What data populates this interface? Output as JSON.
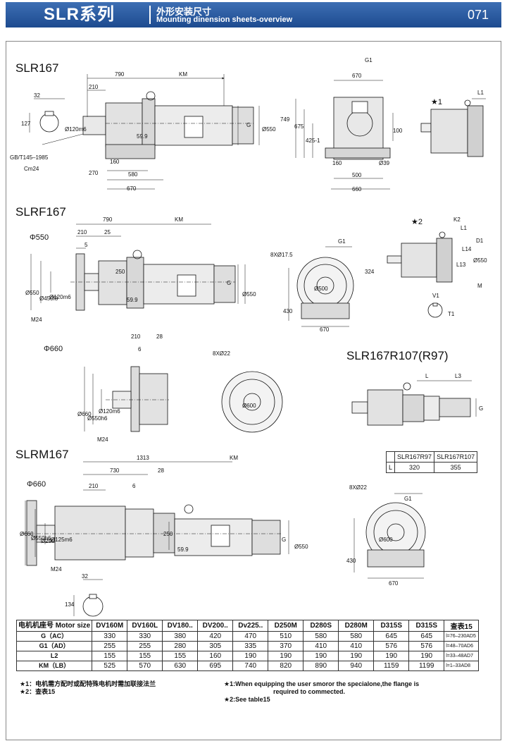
{
  "header": {
    "series": "SLR系列",
    "cn": "外形安装尺寸",
    "en": "Mounting dinension sheets-overview",
    "page": "071"
  },
  "sections": {
    "slr167": "SLR167",
    "slrf167": "SLRF167",
    "slr167r107": "SLR167R107(R97)",
    "slrm167": "SLRM167"
  },
  "dims": {
    "d790": "790",
    "d210": "210",
    "dKM": "KM",
    "d32": "32",
    "d127": "127",
    "d120m6": "Ø120m6",
    "d59_9": "59.9",
    "dG": "G",
    "d550": "Ø550",
    "std": "GB/T145–1985",
    "cm24": "Cm24",
    "d160": "160",
    "d270": "270",
    "d580": "580",
    "d670": "670",
    "g1": "G1",
    "d749": "749",
    "d675": "675",
    "d425": "425-1",
    "d100": "100",
    "d39": "Ø39",
    "d500": "500",
    "d660": "660",
    "star1": "★1",
    "l1": "L1",
    "d25": "25",
    "d5": "5",
    "dia550": "Φ550",
    "d450f": "Ø450f8",
    "d250": "250",
    "m24": "M24",
    "bolts175": "8XØ17.5",
    "d324": "324",
    "d500c": "Ø500",
    "d430": "430",
    "star2": "★2",
    "k2": "K2",
    "d1": "D1",
    "l14": "L14",
    "l13": "L13",
    "m": "M",
    "v1": "V1",
    "t1": "T1",
    "dia660": "Φ660",
    "d28": "28",
    "d6": "6",
    "d660b": "Ø660",
    "d550b": "Ø550h6",
    "d120b": "Ø120m6",
    "bolts22": "8XØ22",
    "d600": "Ø600",
    "dL": "L",
    "dL3": "L3",
    "d1313": "1313",
    "d730": "730",
    "d290": "Ø290",
    "d125": "Ø125m6",
    "d134": "134"
  },
  "l_table": {
    "blank": "",
    "h1": "SLR167R97",
    "h2": "SLR167R107",
    "row": "L",
    "v1": "320",
    "v2": "355"
  },
  "table": {
    "rowhead": "电机机座号 Motor size",
    "motors": [
      "DV160M",
      "DV160L",
      "DV180..",
      "DV200..",
      "Dv225..",
      "D250M",
      "D280S",
      "D280M",
      "D315S",
      "D315S"
    ],
    "list_head": "查表15",
    "rows": [
      {
        "label": "G（AC）",
        "values": [
          "330",
          "330",
          "380",
          "420",
          "470",
          "510",
          "580",
          "580",
          "645",
          "645"
        ],
        "list": "l=76–230AD5"
      },
      {
        "label": "G1（AD）",
        "values": [
          "255",
          "255",
          "280",
          "305",
          "335",
          "370",
          "410",
          "410",
          "576",
          "576"
        ],
        "list": "l=48–70AD6"
      },
      {
        "label": "L2",
        "values": [
          "155",
          "155",
          "155",
          "160",
          "190",
          "190",
          "190",
          "190",
          "190",
          "190"
        ],
        "list": "l=33–48AD7"
      },
      {
        "label": "KM（LB）",
        "values": [
          "525",
          "570",
          "630",
          "695",
          "740",
          "820",
          "890",
          "940",
          "1159",
          "1199"
        ],
        "list": "l=1–33AD8"
      }
    ]
  },
  "notes": {
    "cn1": "★1：电机需方配时或配特殊电机时需加联接法兰",
    "cn2": "★2：查表15",
    "en1": "★1:When equipping the user smoror the specialone,the flange is",
    "en1b": "required to commected.",
    "en2": "★2:See table15"
  }
}
